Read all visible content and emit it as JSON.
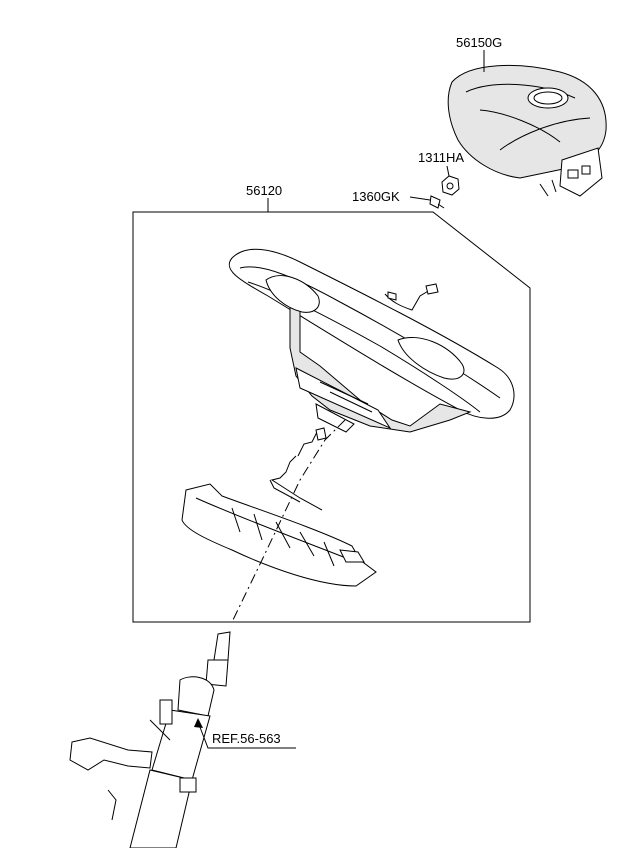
{
  "labels": {
    "airbag_module": "56150G",
    "nut": "1311HA",
    "bolt": "1360GK",
    "wheel_assembly": "56120",
    "reference": "REF.56-563"
  }
}
